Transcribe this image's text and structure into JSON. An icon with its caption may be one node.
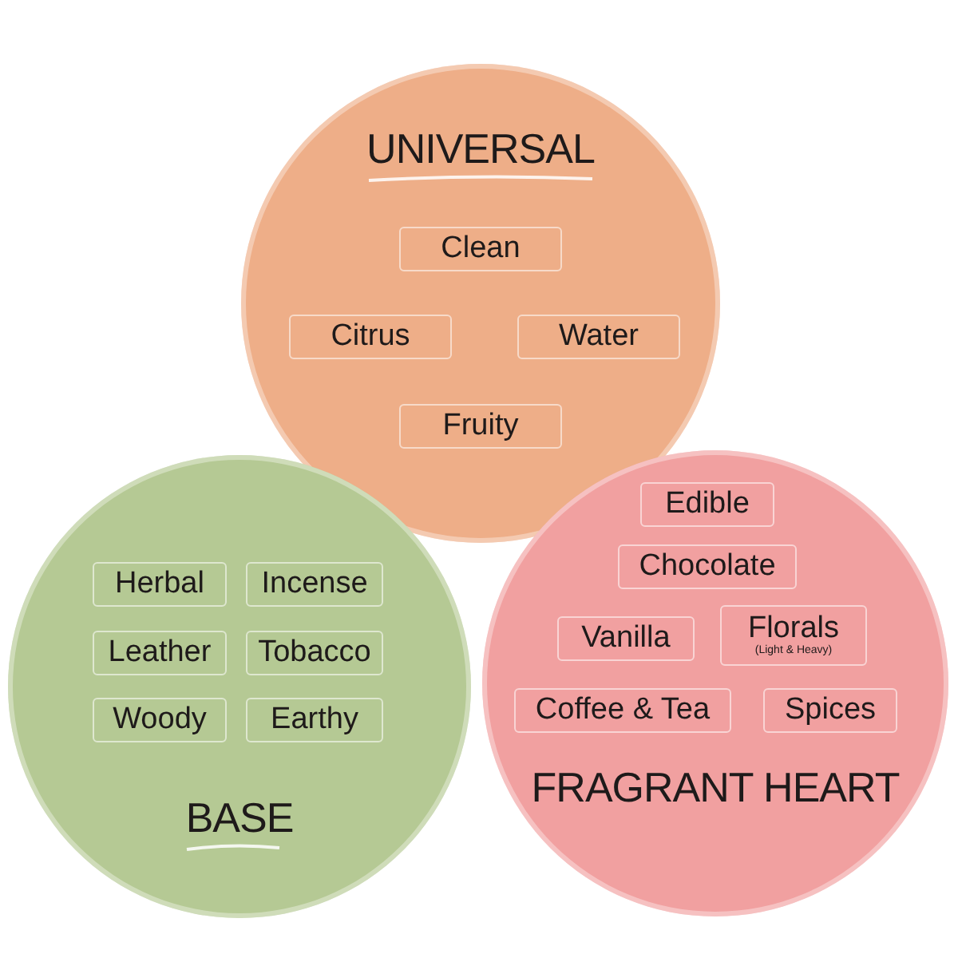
{
  "diagram": {
    "nodes": [
      {
        "text": [
          "UNIVERSAL"
        ]
      },
      {
        "text": [
          "Clean"
        ],
        "in": 0
      },
      {
        "text": [
          "Citrus"
        ],
        "in": 0
      },
      {
        "text": [
          "Water"
        ],
        "in": 0
      },
      {
        "text": [
          "Fruity"
        ],
        "in": 0
      },
      {
        "text": [
          "BASE"
        ]
      },
      {
        "text": [
          "Herbal"
        ],
        "in": 5
      },
      {
        "text": [
          "Incense"
        ],
        "in": 5
      },
      {
        "text": [
          "Leather"
        ],
        "in": 5
      },
      {
        "text": [
          "Tobacco"
        ],
        "in": 5
      },
      {
        "text": [
          "Woody"
        ],
        "in": 5
      },
      {
        "text": [
          "Earthy"
        ],
        "in": 5
      },
      {
        "text": [
          "FRAGRANT HEART"
        ]
      },
      {
        "text": [
          "Edible"
        ],
        "in": 12
      },
      {
        "text": [
          "Chocolate"
        ],
        "in": 12
      },
      {
        "text": [
          "Vanilla"
        ],
        "in": 12
      },
      {
        "text": [
          "Florals",
          "(Light & Heavy)"
        ],
        "in": 12
      },
      {
        "text": [
          "Coffee & Tea"
        ],
        "in": 12
      },
      {
        "text": [
          "Spices"
        ],
        "in": 12
      }
    ]
  }
}
